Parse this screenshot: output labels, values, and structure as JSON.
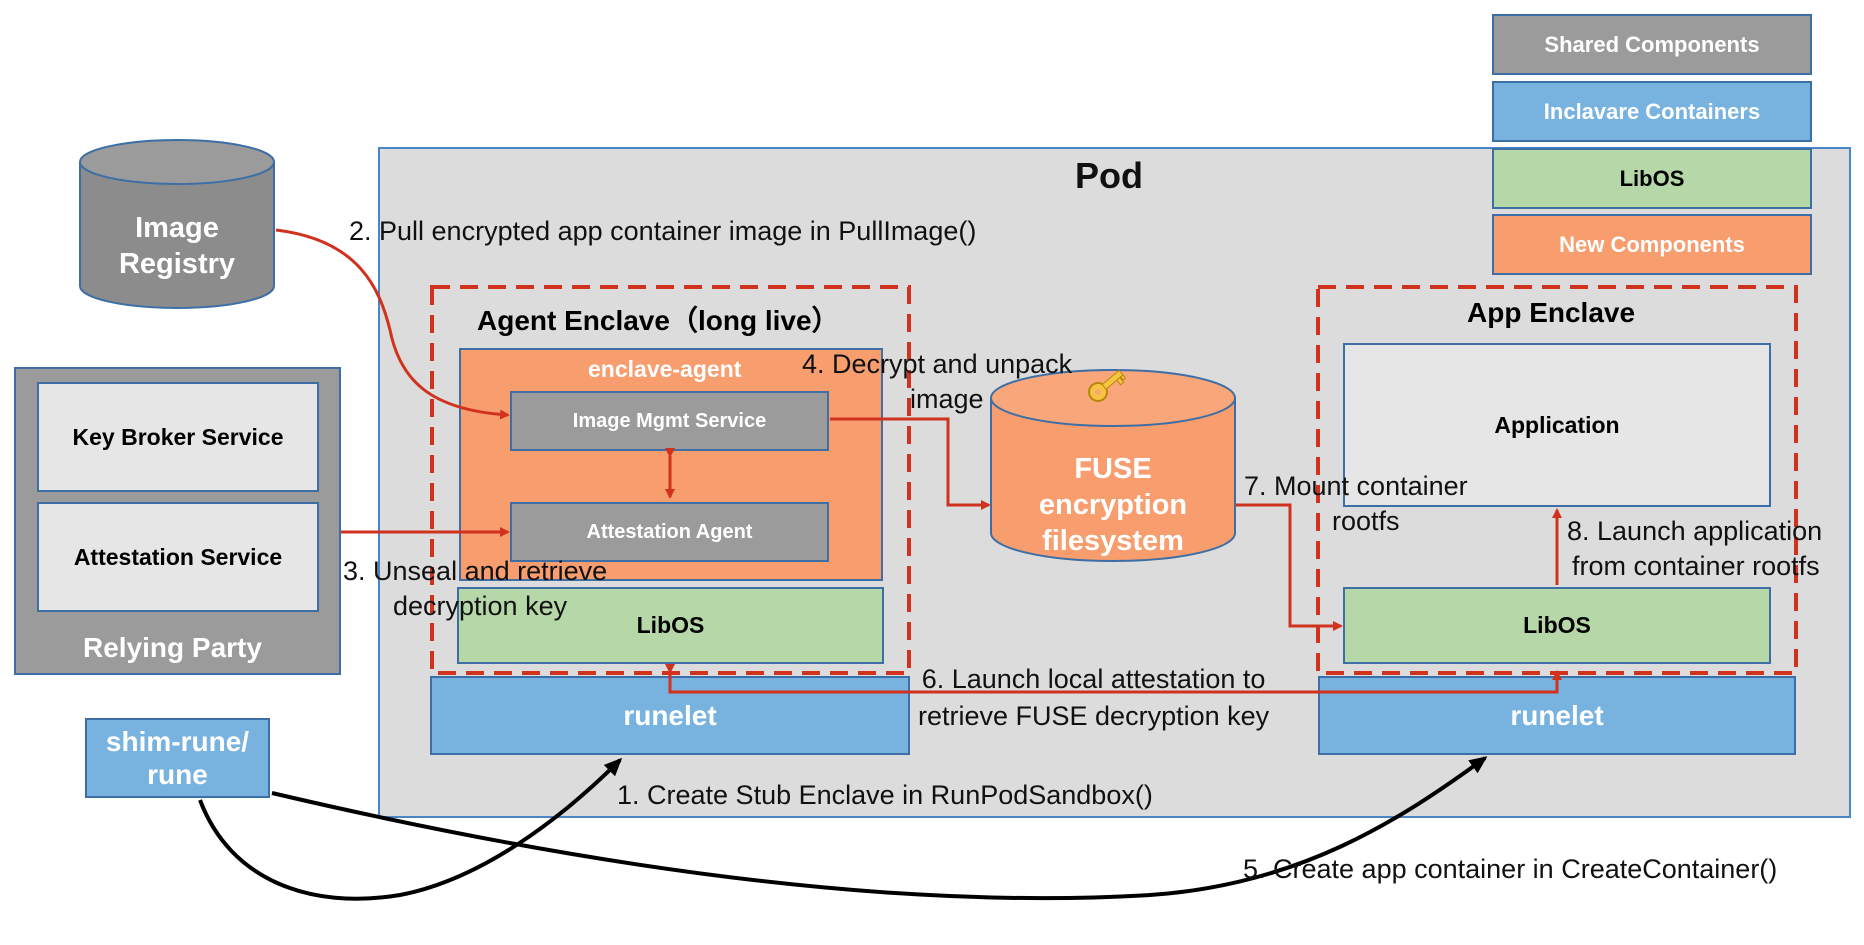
{
  "colors": {
    "shared": "#9b9b9b",
    "inclavare": "#78b3e0",
    "libos": "#b6d7a8",
    "new": "#f79d6e",
    "pod_bg": "#dcdcdc",
    "arrow_red": "#d0321e",
    "arrow_black": "#000000"
  },
  "legend": {
    "shared": "Shared Components",
    "inclavare": "Inclavare Containers",
    "libos": "LibOS",
    "new": "New Components"
  },
  "pod": {
    "title": "Pod"
  },
  "image_registry": {
    "line1": "Image",
    "line2": "Registry"
  },
  "relying_party": {
    "title": "Relying Party",
    "key_broker": "Key Broker Service",
    "attestation_service": "Attestation Service"
  },
  "shim": {
    "line1": "shim-rune/",
    "line2": "rune"
  },
  "agent_enclave": {
    "title": "Agent Enclave（long live）",
    "enclave_agent": "enclave-agent",
    "image_mgmt": "Image Mgmt Service",
    "attestation_agent": "Attestation Agent",
    "libos": "LibOS",
    "runelet": "runelet"
  },
  "fuse": {
    "line1": "FUSE",
    "line2": "encryption",
    "line3": "filesystem",
    "icon": "key-icon"
  },
  "app_enclave": {
    "title": "App Enclave",
    "application": "Application",
    "libos": "LibOS",
    "runelet": "runelet"
  },
  "steps": {
    "s1": "1. Create Stub Enclave in RunPodSandbox()",
    "s2": "2. Pull encrypted app container image in PullImage()",
    "s3_line1": "3. Unseal and retrieve",
    "s3_line2": "decryption key",
    "s4_line1": "4. Decrypt and unpack",
    "s4_line2": "image",
    "s5": "5. Create app container in CreateContainer()",
    "s6_line1": "6. Launch local attestation to",
    "s6_line2": "retrieve FUSE decryption key",
    "s7_line1": "7. Mount container",
    "s7_line2": "rootfs",
    "s8_line1": "8. Launch application",
    "s8_line2": "from container rootfs"
  }
}
